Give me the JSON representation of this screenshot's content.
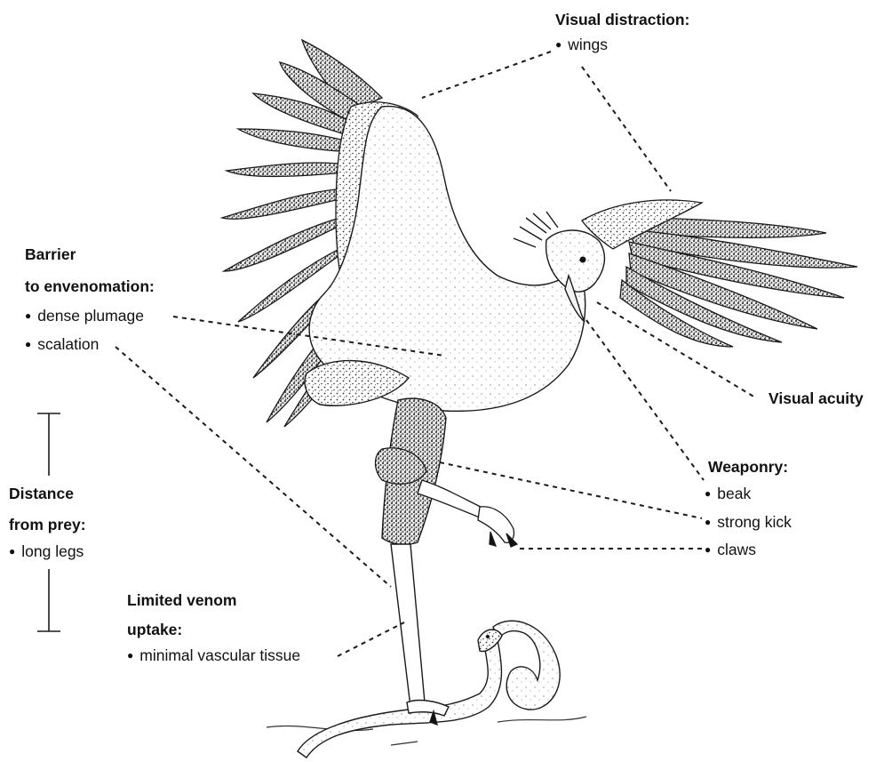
{
  "labels": {
    "visual_distraction": {
      "heading": "Visual distraction:",
      "items": [
        "wings"
      ]
    },
    "barrier": {
      "heading_line1": "Barrier",
      "heading_line2": "to envenomation:",
      "items": [
        "dense plumage",
        "scalation"
      ]
    },
    "visual_acuity": {
      "heading": "Visual acuity"
    },
    "weaponry": {
      "heading": "Weaponry:",
      "items": [
        "beak",
        "strong kick",
        "claws"
      ]
    },
    "distance": {
      "heading_line1": "Distance",
      "heading_line2": "from prey:",
      "items": [
        "long legs"
      ]
    },
    "venom": {
      "heading_line1": "Limited venom",
      "heading_line2": "uptake:",
      "items": [
        "minimal vascular tissue"
      ]
    }
  },
  "illustration": {
    "subject": "secretary-bird",
    "prey": "snake",
    "style": "stippled-line-drawing",
    "ink": "#1a1a1a"
  }
}
